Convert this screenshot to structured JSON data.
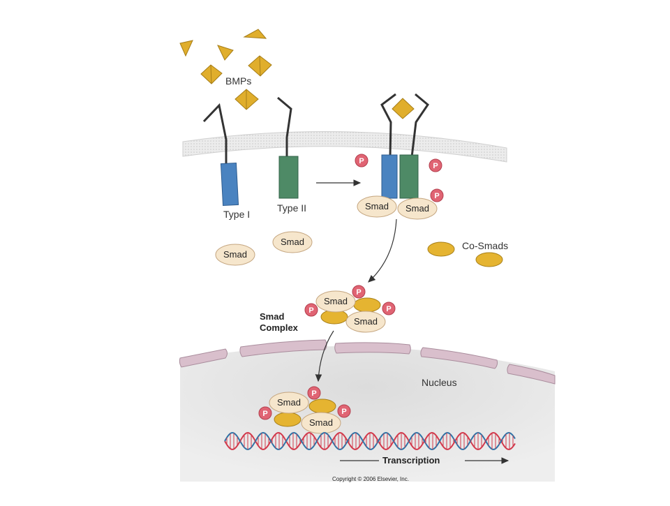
{
  "labels": {
    "bmps": "BMPs",
    "type1": "Type I",
    "type2": "Type II",
    "co_smads": "Co-Smads",
    "smad_complex_line1": "Smad",
    "smad_complex_line2": "Complex",
    "nucleus": "Nucleus",
    "transcription": "Transcription",
    "copyright": "Copyright © 2006 Elsevier, Inc.",
    "smad": "Smad",
    "phospho": "P"
  },
  "colors": {
    "ligand": "#e0ae2c",
    "type1_receptor": "#4a83c0",
    "type2_receptor": "#4e8a66",
    "smad_fill": "#f6e6cc",
    "co_smad_fill": "#e5b431",
    "phospho_fill": "#e06473",
    "membrane": "#e9e9e9",
    "nuclear_envelope": "#d9bfcc",
    "dna_red": "#d23a4c",
    "dna_blue": "#2d74a8"
  }
}
